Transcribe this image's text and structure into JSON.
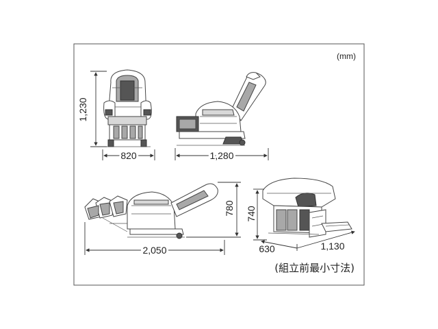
{
  "unit_label": "(mm)",
  "note_label": "(組立前最小寸法)",
  "dimensions": {
    "front_width": "820",
    "front_height": "1,230",
    "side_depth": "1,280",
    "reclined_length": "2,050",
    "reclined_height": "780",
    "box_height": "740",
    "box_width": "630",
    "box_depth": "1,130"
  }
}
